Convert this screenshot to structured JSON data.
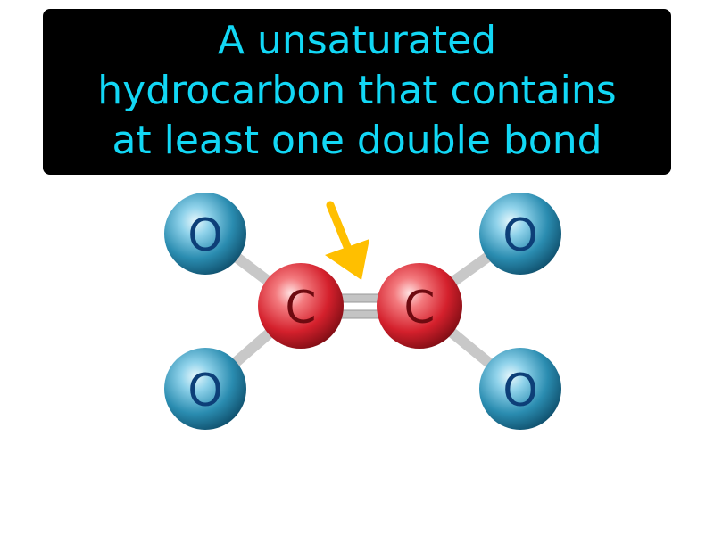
{
  "caption": {
    "lines": [
      "A unsaturated",
      "hydrocarbon that contains",
      "at least one double bond"
    ],
    "text_color": "#12d7f5",
    "background_color": "#000000"
  },
  "molecule": {
    "carbon_label": "C",
    "oxygen_label": "O",
    "carbon_color": "#d4202c",
    "oxygen_color": "#2a8cb0",
    "arrow_color": "#ffbf00",
    "bond_color": "#c8c8c8"
  }
}
